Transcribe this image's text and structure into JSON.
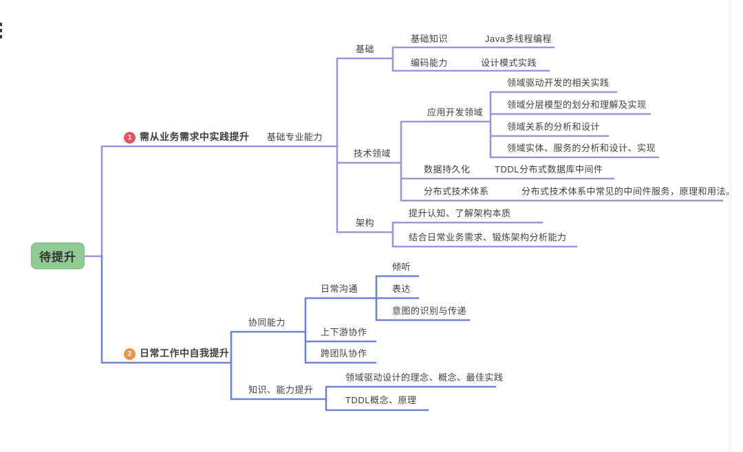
{
  "colors": {
    "branch1": "#a390da",
    "branch2": "#6e82d2",
    "root_fill": "#8fcb92",
    "root_border": "#7db983",
    "root_text": "#333333",
    "text": "#3f3f3f",
    "badge1": "#e15566",
    "badge2": "#e8964c"
  },
  "icons": {
    "outline_menu": "list-menu-icon"
  },
  "mindmap": {
    "root": {
      "label": "待提升"
    },
    "branches": [
      {
        "badge": "1",
        "label": "需从业务需求中实践提升",
        "children": [
          {
            "label": "基础专业能力",
            "children": [
              {
                "label": "基础",
                "children": [
                  {
                    "label": "基础知识",
                    "children": [
                      {
                        "label": "Java多线程编程"
                      }
                    ]
                  },
                  {
                    "label": "编码能力",
                    "children": [
                      {
                        "label": "设计模式实践"
                      }
                    ]
                  }
                ]
              },
              {
                "label": "技术领域",
                "children": [
                  {
                    "label": "应用开发领域",
                    "children": [
                      {
                        "label": "领域驱动开发的相关实践"
                      },
                      {
                        "label": "领域分层模型的划分和理解及实现"
                      },
                      {
                        "label": "领域关系的分析和设计"
                      },
                      {
                        "label": "领域实体、服务的分析和设计、实现"
                      }
                    ]
                  },
                  {
                    "label": "数据持久化",
                    "children": [
                      {
                        "label": "TDDL分布式数据库中间件"
                      }
                    ]
                  },
                  {
                    "label": "分布式技术体系",
                    "children": [
                      {
                        "label": "分布式技术体系中常见的中间件服务，原理和用法。"
                      }
                    ]
                  }
                ]
              },
              {
                "label": "架构",
                "children": [
                  {
                    "label": "提升认知、了解架构本质"
                  },
                  {
                    "label": "结合日常业务需求、锻炼架构分析能力"
                  }
                ]
              }
            ]
          }
        ]
      },
      {
        "badge": "2",
        "label": "日常工作中自我提升",
        "children": [
          {
            "label": "协同能力",
            "children": [
              {
                "label": "日常沟通",
                "children": [
                  {
                    "label": "倾听"
                  },
                  {
                    "label": "表达"
                  },
                  {
                    "label": "意图的识别与传递"
                  }
                ]
              },
              {
                "label": "上下游协作"
              },
              {
                "label": "跨团队协作"
              }
            ]
          },
          {
            "label": "知识、能力提升",
            "children": [
              {
                "label": "领域驱动设计的理念、概念、最佳实践"
              },
              {
                "label": "TDDL概念、原理"
              }
            ]
          }
        ]
      }
    ]
  }
}
